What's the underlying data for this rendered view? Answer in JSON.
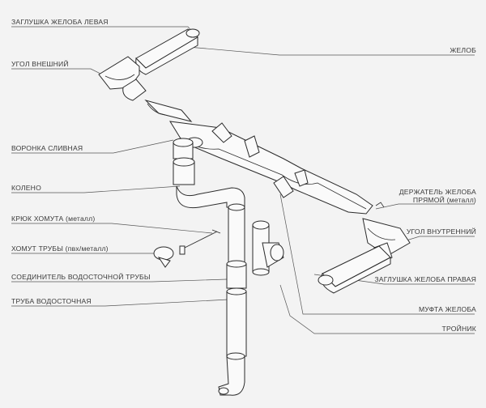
{
  "labels": {
    "cap_left": "ЗАГЛУШКА ЖЕЛОБА ЛЕВАЯ",
    "outer_corner": "УГОЛ ВНЕШНИЙ",
    "gutter": "ЖЕЛОБ",
    "funnel": "ВОРОНКА СЛИВНАЯ",
    "elbow": "КОЛЕНО",
    "holder_l1": "ДЕРЖАТЕЛЬ ЖЕЛОБА",
    "holder_l2": "ПРЯМОЙ (металл)",
    "clamp_hook": "КРЮК ХОМУТА (металл)",
    "inner_corner": "УГОЛ ВНУТРЕННИЙ",
    "pipe_clamp": "ХОМУТ ТРУБЫ (пвх/металл)",
    "cap_right": "ЗАГЛУШКА ЖЕЛОБА ПРАВАЯ",
    "pipe_connector": "СОЕДИНИТЕЛЬ ВОДОСТОЧНОЙ ТРУБЫ",
    "gutter_coupling": "МУФТА ЖЕЛОБА",
    "downpipe": "ТРУБА ВОДОСТОЧНАЯ",
    "tee": "ТРОЙНИК"
  }
}
